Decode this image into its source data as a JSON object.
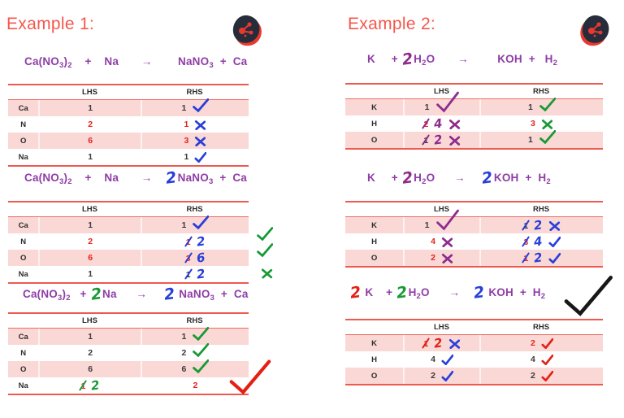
{
  "colors": {
    "blue": "#2a3fd9",
    "green": "#189a35",
    "purple": "#8e2b8d",
    "red": "#e42014",
    "black": "#171717",
    "num_dark": "#3c3c3c",
    "num_red": "#e8231d",
    "equation_purple": "#8f3da6",
    "title_salmon": "#f4574c",
    "table_line": "#ed5a50",
    "row_pink": "#f9d8d6",
    "logo_navy": "#272c3b",
    "logo_red": "#e8392f"
  },
  "logo_name": "molecule-logo",
  "table_headers": {
    "lhs": "LHS",
    "rhs": "RHS"
  },
  "examples": [
    {
      "title": "Example 1:",
      "blocks": [
        {
          "equation": [
            {
              "t": "Ca(NO"
            },
            {
              "t": "3",
              "sub": true
            },
            {
              "t": ")"
            },
            {
              "t": "2",
              "sub": true
            },
            {
              "t": "    +    Na       "
            },
            {
              "t": "→"
            },
            {
              "t": "        NaNO"
            },
            {
              "t": "3",
              "sub": true
            },
            {
              "t": "  +  Ca"
            }
          ],
          "table": {
            "headers": {
              "lhs": "LHS",
              "rhs": "RHS"
            },
            "rows": [
              {
                "el": "Ca",
                "lhs": {
                  "p": "1",
                  "pc": "dark"
                },
                "rhs": {
                  "p": "1",
                  "pc": "dark",
                  "marks": [
                    {
                      "t": "check",
                      "ink": "blue",
                      "size": "lg"
                    }
                  ]
                }
              },
              {
                "el": "N",
                "lhs": {
                  "p": "2",
                  "pc": "red"
                },
                "rhs": {
                  "p": "1",
                  "pc": "red",
                  "marks": [
                    {
                      "t": "cross",
                      "ink": "blue"
                    }
                  ]
                }
              },
              {
                "el": "O",
                "lhs": {
                  "p": "6",
                  "pc": "red"
                },
                "rhs": {
                  "p": "3",
                  "pc": "red",
                  "marks": [
                    {
                      "t": "cross",
                      "ink": "blue"
                    }
                  ]
                }
              },
              {
                "el": "Na",
                "lhs": {
                  "p": "1",
                  "pc": "dark"
                },
                "rhs": {
                  "p": "1",
                  "pc": "dark",
                  "marks": [
                    {
                      "t": "check",
                      "ink": "blue"
                    }
                  ]
                }
              }
            ]
          }
        },
        {
          "equation": [
            {
              "t": "Ca(NO"
            },
            {
              "t": "3",
              "sub": true
            },
            {
              "t": ")"
            },
            {
              "t": "2",
              "sub": true
            },
            {
              "t": "    +    Na       "
            },
            {
              "t": "→"
            },
            {
              "t": "    "
            },
            {
              "t": "2",
              "hand": true,
              "ink": "blue"
            },
            {
              "t": "NaNO"
            },
            {
              "t": "3",
              "sub": true
            },
            {
              "t": "  +  Ca"
            }
          ],
          "table": {
            "headers": {
              "lhs": "LHS",
              "rhs": "RHS"
            },
            "rows": [
              {
                "el": "Ca",
                "lhs": {
                  "p": "1",
                  "pc": "dark"
                },
                "rhs": {
                  "p": "1",
                  "pc": "dark",
                  "marks": [
                    {
                      "t": "check",
                      "ink": "blue",
                      "size": "lg"
                    }
                  ]
                }
              },
              {
                "el": "N",
                "lhs": {
                  "p": "2",
                  "pc": "red"
                },
                "rhs": {
                  "p": "1",
                  "pc": "red",
                  "strike": "blue",
                  "hand": "2",
                  "hink": "blue",
                  "marks": [
                    {
                      "t": "check",
                      "ink": "green",
                      "size": "lg",
                      "pos": "out"
                    }
                  ]
                }
              },
              {
                "el": "O",
                "lhs": {
                  "p": "6",
                  "pc": "red"
                },
                "rhs": {
                  "p": "3",
                  "pc": "red",
                  "strike": "blue",
                  "hand": "6",
                  "hink": "blue",
                  "marks": [
                    {
                      "t": "check",
                      "ink": "green",
                      "size": "lg",
                      "pos": "out"
                    }
                  ]
                }
              },
              {
                "el": "Na",
                "lhs": {
                  "p": "1",
                  "pc": "dark"
                },
                "rhs": {
                  "p": "1",
                  "pc": "dark",
                  "strike": "blue",
                  "hand": "2",
                  "hink": "blue",
                  "marks": [
                    {
                      "t": "cross",
                      "ink": "green",
                      "pos": "out"
                    }
                  ]
                }
              }
            ]
          }
        },
        {
          "equation": [
            {
              "t": "Ca(NO"
            },
            {
              "t": "3",
              "sub": true
            },
            {
              "t": ")"
            },
            {
              "t": "2",
              "sub": true
            },
            {
              "t": "   + "
            },
            {
              "t": "2",
              "hand": true,
              "ink": "green"
            },
            {
              "t": "Na      "
            },
            {
              "t": "→"
            },
            {
              "t": "     "
            },
            {
              "t": "2",
              "hand": true,
              "ink": "blue"
            },
            {
              "t": " NaNO"
            },
            {
              "t": "3",
              "sub": true
            },
            {
              "t": "  +  Ca"
            }
          ],
          "table": {
            "headers": {
              "lhs": "LHS",
              "rhs": "RHS"
            },
            "rows": [
              {
                "el": "Ca",
                "lhs": {
                  "p": "1",
                  "pc": "dark"
                },
                "rhs": {
                  "p": "1",
                  "pc": "dark",
                  "marks": [
                    {
                      "t": "check",
                      "ink": "green",
                      "size": "lg"
                    }
                  ]
                }
              },
              {
                "el": "N",
                "lhs": {
                  "p": "2",
                  "pc": "dark"
                },
                "rhs": {
                  "p": "2",
                  "pc": "dark",
                  "marks": [
                    {
                      "t": "check",
                      "ink": "green",
                      "size": "lg"
                    }
                  ]
                }
              },
              {
                "el": "O",
                "lhs": {
                  "p": "6",
                  "pc": "dark"
                },
                "rhs": {
                  "p": "6",
                  "pc": "dark",
                  "marks": [
                    {
                      "t": "check",
                      "ink": "green",
                      "size": "lg"
                    }
                  ]
                }
              },
              {
                "el": "Na",
                "lhs": {
                  "p": "1",
                  "pc": "red",
                  "strike": "green",
                  "hand": "2",
                  "hink": "green"
                },
                "rhs": {
                  "p": "2",
                  "pc": "red",
                  "marks": [
                    {
                      "t": "check",
                      "ink": "red",
                      "size": "xl"
                    }
                  ]
                }
              }
            ]
          }
        }
      ]
    },
    {
      "title": "Example 2:",
      "blocks": [
        {
          "equation": [
            {
              "t": "K     + "
            },
            {
              "t": "2",
              "hand": true,
              "ink": "purple"
            },
            {
              "t": "H"
            },
            {
              "t": "2",
              "sub": true
            },
            {
              "t": "O       "
            },
            {
              "t": "→"
            },
            {
              "t": "         KOH  +   H"
            },
            {
              "t": "2",
              "sub": true
            }
          ],
          "table": {
            "headers": {
              "lhs": "LHS",
              "rhs": "RHS"
            },
            "rows": [
              {
                "el": "K",
                "lhs": {
                  "p": "1",
                  "pc": "dark",
                  "marks": [
                    {
                      "t": "check",
                      "ink": "purple",
                      "size": "long"
                    }
                  ]
                },
                "rhs": {
                  "p": "1",
                  "pc": "dark",
                  "marks": [
                    {
                      "t": "check",
                      "ink": "green",
                      "size": "lg"
                    }
                  ]
                }
              },
              {
                "el": "H",
                "lhs": {
                  "p": "2",
                  "pc": "red",
                  "strike": "purple",
                  "hand": "4",
                  "hink": "purple",
                  "marks": [
                    {
                      "t": "cross",
                      "ink": "purple"
                    }
                  ]
                },
                "rhs": {
                  "p": "3",
                  "pc": "red",
                  "marks": [
                    {
                      "t": "cross",
                      "ink": "green"
                    }
                  ]
                }
              },
              {
                "el": "O",
                "lhs": {
                  "p": "1",
                  "pc": "dark",
                  "strike": "purple",
                  "hand": "2",
                  "hink": "purple",
                  "marks": [
                    {
                      "t": "cross",
                      "ink": "purple"
                    }
                  ]
                },
                "rhs": {
                  "p": "1",
                  "pc": "dark",
                  "marks": [
                    {
                      "t": "check",
                      "ink": "green",
                      "size": "lg"
                    }
                  ]
                }
              }
            ]
          }
        },
        {
          "equation": [
            {
              "t": "K     + "
            },
            {
              "t": "2",
              "hand": true,
              "ink": "purple"
            },
            {
              "t": "H"
            },
            {
              "t": "2",
              "sub": true
            },
            {
              "t": "O      "
            },
            {
              "t": "→"
            },
            {
              "t": "     "
            },
            {
              "t": "2",
              "hand": true,
              "ink": "blue"
            },
            {
              "t": "KOH  +  H"
            },
            {
              "t": "2",
              "sub": true
            }
          ],
          "table": {
            "headers": {
              "lhs": "LHS",
              "rhs": "RHS"
            },
            "rows": [
              {
                "el": "K",
                "lhs": {
                  "p": "1",
                  "pc": "dark",
                  "marks": [
                    {
                      "t": "check",
                      "ink": "purple",
                      "size": "long"
                    }
                  ]
                },
                "rhs": {
                  "p": "1",
                  "pc": "dark",
                  "strike": "blue",
                  "hand": "2",
                  "hink": "blue",
                  "marks": [
                    {
                      "t": "cross",
                      "ink": "blue"
                    }
                  ]
                }
              },
              {
                "el": "H",
                "lhs": {
                  "p": "4",
                  "pc": "red",
                  "marks": [
                    {
                      "t": "cross",
                      "ink": "purple"
                    }
                  ]
                },
                "rhs": {
                  "p": "3",
                  "pc": "red",
                  "strike": "blue",
                  "hand": "4",
                  "hink": "blue",
                  "marks": [
                    {
                      "t": "check",
                      "ink": "blue"
                    }
                  ]
                }
              },
              {
                "el": "O",
                "lhs": {
                  "p": "2",
                  "pc": "red",
                  "marks": [
                    {
                      "t": "cross",
                      "ink": "purple"
                    }
                  ]
                },
                "rhs": {
                  "p": "1",
                  "pc": "red",
                  "strike": "blue",
                  "hand": "2",
                  "hink": "blue",
                  "marks": [
                    {
                      "t": "check",
                      "ink": "blue"
                    }
                  ]
                }
              }
            ]
          }
        },
        {
          "equation": [
            {
              "t": "2",
              "hand": true,
              "ink": "red"
            },
            {
              "t": " K    + "
            },
            {
              "t": "2",
              "hand": true,
              "ink": "green"
            },
            {
              "t": "H"
            },
            {
              "t": "2",
              "sub": true
            },
            {
              "t": "O      "
            },
            {
              "t": "→"
            },
            {
              "t": "    "
            },
            {
              "t": "2",
              "hand": true,
              "ink": "blue"
            },
            {
              "t": " KOH  +  H"
            },
            {
              "t": "2",
              "sub": true
            }
          ],
          "eq_mark": {
            "t": "check",
            "ink": "black",
            "size": "xxl"
          },
          "table": {
            "headers": {
              "lhs": "LHS",
              "rhs": "RHS"
            },
            "rows": [
              {
                "el": "K",
                "lhs": {
                  "p": "1",
                  "pc": "red",
                  "strike": "red",
                  "hand": "2",
                  "hink": "red",
                  "marks": [
                    {
                      "t": "cross",
                      "ink": "blue"
                    }
                  ]
                },
                "rhs": {
                  "p": "2",
                  "pc": "red",
                  "marks": [
                    {
                      "t": "check",
                      "ink": "red"
                    }
                  ]
                }
              },
              {
                "el": "H",
                "lhs": {
                  "p": "4",
                  "pc": "dark",
                  "marks": [
                    {
                      "t": "check",
                      "ink": "blue"
                    }
                  ]
                },
                "rhs": {
                  "p": "4",
                  "pc": "dark",
                  "marks": [
                    {
                      "t": "check",
                      "ink": "red"
                    }
                  ]
                }
              },
              {
                "el": "O",
                "lhs": {
                  "p": "2",
                  "pc": "dark",
                  "marks": [
                    {
                      "t": "check",
                      "ink": "blue"
                    }
                  ]
                },
                "rhs": {
                  "p": "2",
                  "pc": "dark",
                  "marks": [
                    {
                      "t": "check",
                      "ink": "red"
                    }
                  ]
                }
              }
            ]
          }
        }
      ]
    }
  ]
}
